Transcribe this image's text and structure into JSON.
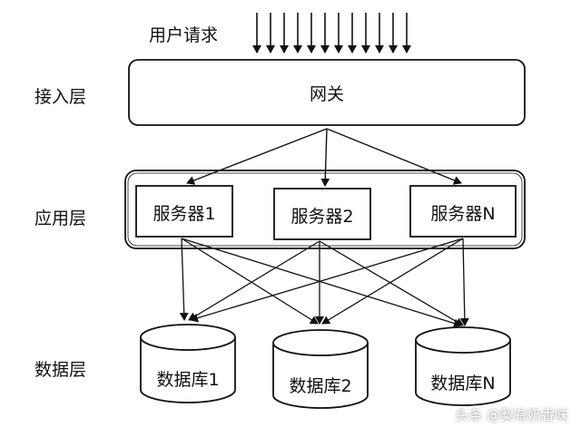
{
  "diagram": {
    "user_request": "用户请求",
    "layers": {
      "access": "接入层",
      "app": "应用层",
      "data": "数据层"
    },
    "gateway": "网关",
    "servers": [
      "服务器1",
      "服务器2",
      "服务器N"
    ],
    "databases": [
      "数据库1",
      "数据库2",
      "数据库N"
    ]
  },
  "watermark": "头条 @梨有奶香味"
}
